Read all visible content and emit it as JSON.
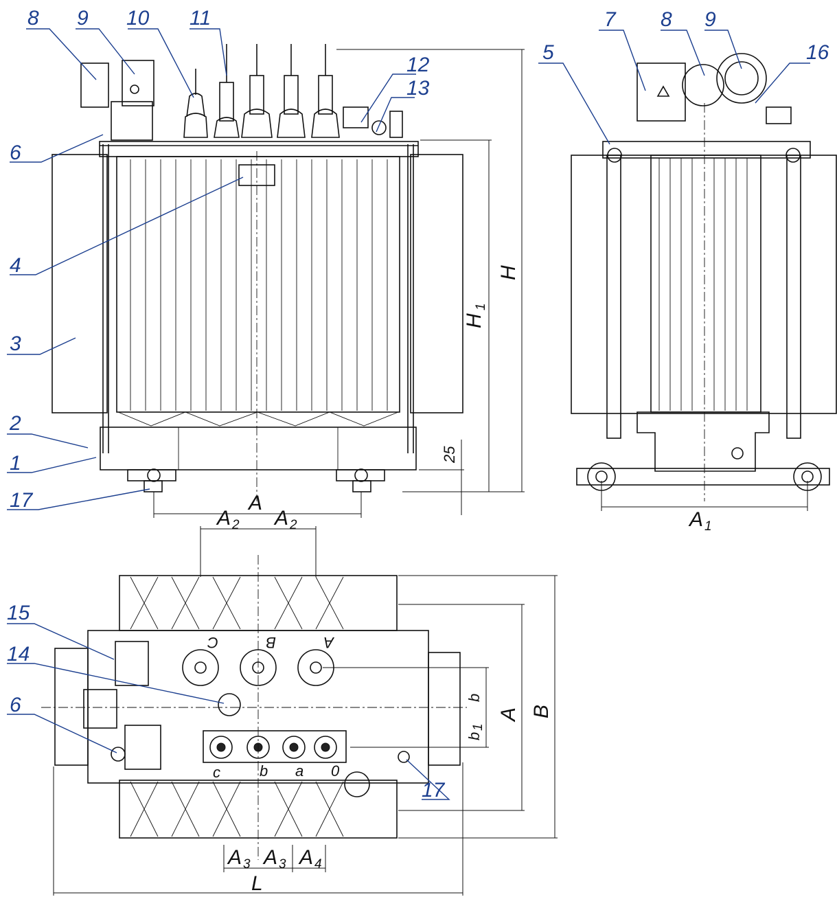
{
  "callouts": {
    "c1": "1",
    "c2": "2",
    "c3": "3",
    "c4": "4",
    "c5": "5",
    "c6": "6",
    "c7": "7",
    "c8": "8",
    "c9": "9",
    "c10": "10",
    "c11": "11",
    "c12": "12",
    "c13": "13",
    "c14": "14",
    "c15": "15",
    "c16": "16",
    "c17": "17"
  },
  "dimensions": {
    "A": "A",
    "A1": "A",
    "A1_sub": "1",
    "A2": "A",
    "A2_sub": "2",
    "A3": "A",
    "A3_sub": "3",
    "A4": "A",
    "A4_sub": "4",
    "B": "B",
    "H": "H",
    "H1": "H",
    "H1_sub": "1",
    "L": "L",
    "b": "b",
    "b1": "b",
    "b1_sub": "1",
    "d25": "25"
  },
  "terminals_hv": {
    "A": "A",
    "B": "B",
    "C": "C"
  },
  "terminals_lv": {
    "c": "c",
    "b": "b",
    "a": "a",
    "n": "0"
  },
  "colors": {
    "callout": "#1c3f8f",
    "line": "#111111"
  }
}
